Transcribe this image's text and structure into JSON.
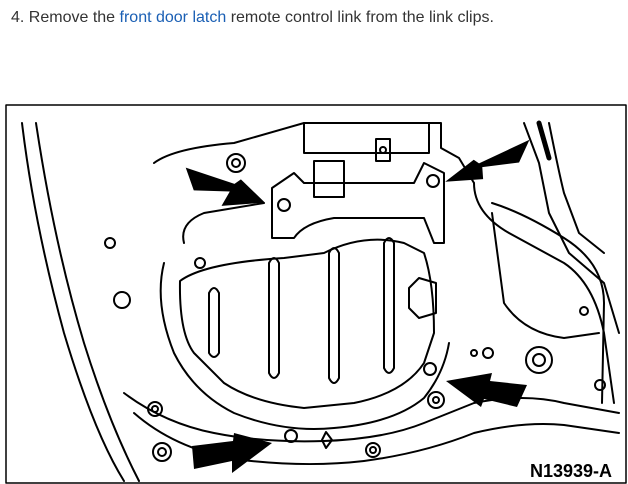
{
  "step": {
    "number": "4.",
    "before": "Remove the",
    "link": "front door latch",
    "after": "remote control link from the link clips."
  },
  "figure": {
    "code": "N13939-A",
    "callouts": [
      "arrow-upper-left",
      "arrow-upper-right",
      "arrow-lower-right",
      "arrow-lower-left"
    ]
  },
  "colors": {
    "link": "#1a5fb4",
    "text": "#333333",
    "ink": "#000000"
  }
}
